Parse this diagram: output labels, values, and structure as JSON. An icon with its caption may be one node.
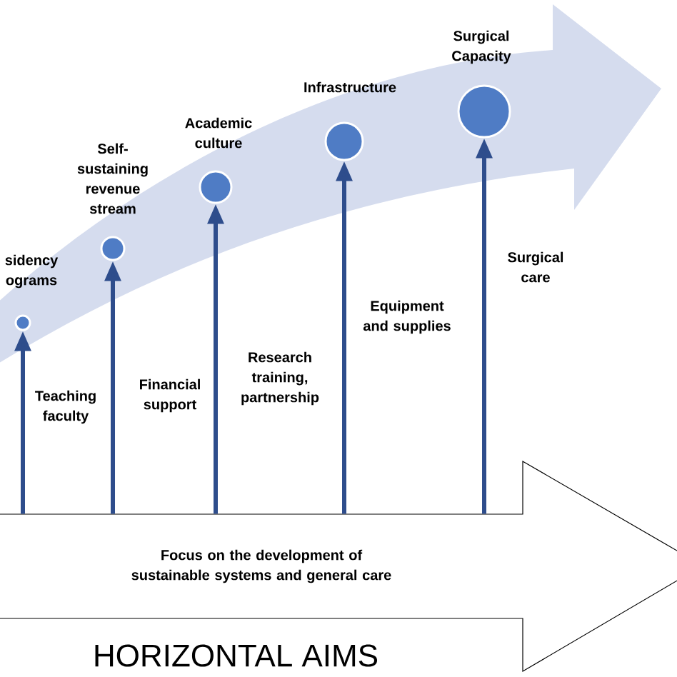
{
  "diagram": {
    "nodes": [
      {
        "text": [
          "Focus on the development of sustainable systems and general care"
        ]
      },
      {
        "text": [],
        "shape": "arrow"
      },
      {
        "text": [
          "sidency ograms"
        ],
        "in": 1
      },
      {
        "text": [
          "Self-sustaining revenue stream"
        ],
        "in": 1
      },
      {
        "text": [
          "Academic culture"
        ],
        "in": 1
      },
      {
        "text": [
          "Infrastructure"
        ],
        "in": 1
      },
      {
        "text": [
          "Surgical Capacity"
        ],
        "in": 1
      }
    ],
    "edges": [
      {
        "from": 0,
        "to": 2,
        "arrow": "to",
        "label": "Teaching faculty"
      },
      {
        "from": 0,
        "to": 3,
        "arrow": "to",
        "label": "Financial support"
      },
      {
        "from": 0,
        "to": 4,
        "arrow": "to",
        "label": "Research training, partnership"
      },
      {
        "from": 0,
        "to": 5,
        "arrow": "to",
        "label": "Equipment and supplies"
      },
      {
        "from": 0,
        "to": 6,
        "arrow": "to",
        "label": "Surgical care"
      }
    ],
    "labels": [
      "HORIZONTAL AIMS"
    ]
  }
}
